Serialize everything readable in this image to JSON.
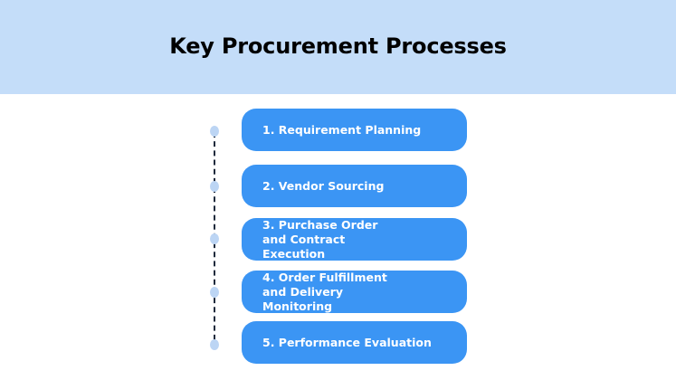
{
  "header": {
    "title": "Key Procurement Processes",
    "background_color": "#c4ddf9"
  },
  "steps": [
    {
      "label": "1. Requirement Planning"
    },
    {
      "label": "2. Vendor Sourcing"
    },
    {
      "label": "3. Purchase Order and Contract Execution"
    },
    {
      "label": "4. Order Fulfillment and Delivery Monitoring"
    },
    {
      "label": "5. Performance Evaluation"
    }
  ],
  "colors": {
    "step_fill": "#3b95f4",
    "step_text": "#ffffff",
    "timeline_line": "#1f2a3c",
    "timeline_dot": "#bcd5f4"
  }
}
